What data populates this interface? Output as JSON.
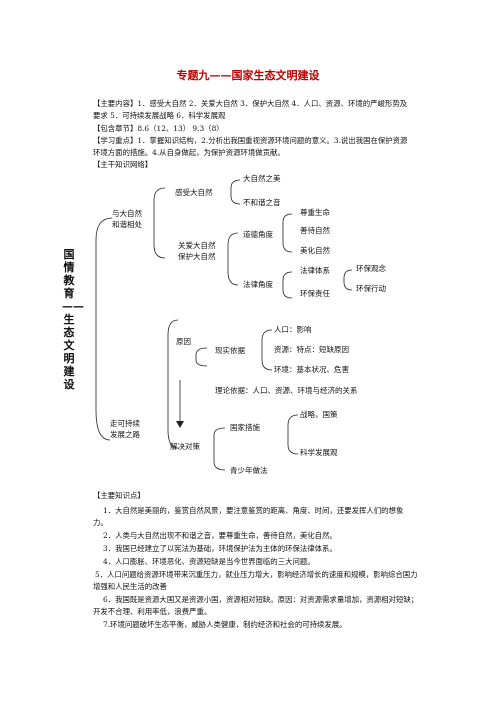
{
  "title": "专题九——国家生态文明建设",
  "main_content": "【主要内容】1．感受大自然 2．关爱大自然 3．保护大自然 4．人口、资源、环境的严峻形势及要求 5．可持续发展战略 6．科学发展观",
  "chapters": "【包含章节】8.6（12、13） 9.3（8）",
  "study_focus": "【学习重点】1．掌握知识结构，2.分析出我国重视资源环境问题的意义。3.说出我国在保护资源环境方面的措施。4.从自身做起，为保护资源环境做贡献。",
  "network_heading": "【主干知识网络】",
  "vertical_label": "国情教育——生态文明建设",
  "tree": {
    "harmony": "与大自然\n和谐相处",
    "feel": "感受大自然",
    "beauty": "大自然之美",
    "discord": "不和谐之音",
    "care": "关爱大自然\n保护大自然",
    "moral": "道德角度",
    "respect_life": "尊重生命",
    "kind_nature": "善待自然",
    "beautify": "美化自然",
    "legal": "法律角度",
    "law_system": "法律体系",
    "env_duty": "环保责任",
    "env_concept": "环保观念",
    "env_action": "环保行动",
    "sustainable": "走可持续\n发展之路",
    "cause": "原因",
    "reality": "现实依据",
    "population": "人口：影响",
    "resources": "资源：特点：短缺原因",
    "environment": "环境：基本状况、危害",
    "theory": "理论依据：人口、资源、环境与经济的关系",
    "solutions": "解决对策",
    "national": "国家措施",
    "strategy": "战略，国策",
    "science": "科学发展观",
    "youth": "青少年做法"
  },
  "knowledge_heading": "【主要知识点】",
  "points": [
    "1．大自然是美丽的，鉴赏自然风景，要注意鉴赏的距离、角度、时间，还要发挥人们的想象力。",
    "2．人类与大自然出现不和谐之音，要尊重生命，善待自然，美化自然。",
    "3．我国已经建立了以宪法为基础，环境保护法为主体的环保法律体系。",
    "4．人口膨胀、环境恶化、资源短缺是当今世界面临的三大问题。",
    "5．人口问题给资源环境带来沉重压力，就业压力增大，影响经济增长的速度和规模，影响综合国力增强和人民生活的改善",
    "6．我国既是资源大国又是资源小国，资源相对短缺。原因：对资源需求量增加，资源相对短缺；开发不合理、利用率低，浪费严重。",
    "7.环境问题破坏生态平衡，威胁人类健康，制约经济和社会的可持续发展。"
  ]
}
